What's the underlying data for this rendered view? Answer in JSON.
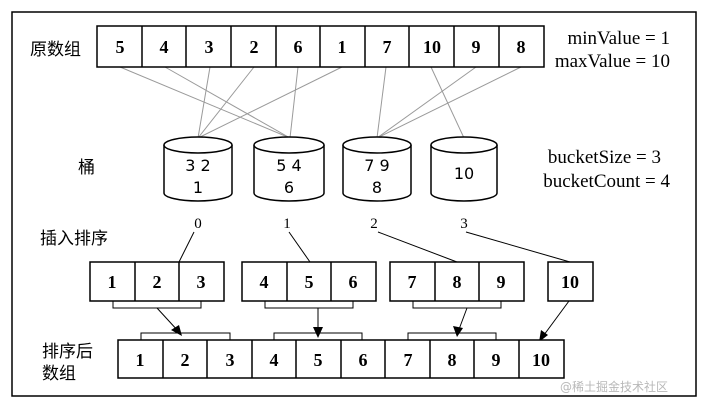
{
  "labels": {
    "original": "原数组",
    "buckets": "桶",
    "insertion_sort": "插入排序",
    "sorted_line1": "排序后",
    "sorted_line2": "数组"
  },
  "stats": {
    "min_value": "minValue = 1",
    "max_value": "maxValue = 10",
    "bucket_size": "bucketSize = 3",
    "bucket_count": "bucketCount = 4"
  },
  "original_array": [
    "5",
    "4",
    "3",
    "2",
    "6",
    "1",
    "7",
    "10",
    "9",
    "8"
  ],
  "buckets": [
    {
      "line1": "3  2",
      "line2": "1"
    },
    {
      "line1": "5  4",
      "line2": "6"
    },
    {
      "line1": "7  9",
      "line2": "8"
    },
    {
      "line1": "10",
      "line2": ""
    }
  ],
  "bucket_indices": [
    "0",
    "1",
    "2",
    "3"
  ],
  "sorted_groups": [
    [
      "1",
      "2",
      "3"
    ],
    [
      "4",
      "5",
      "6"
    ],
    [
      "7",
      "8",
      "9"
    ],
    [
      "10"
    ]
  ],
  "sorted_array": [
    "1",
    "2",
    "3",
    "4",
    "5",
    "6",
    "7",
    "8",
    "9",
    "10"
  ],
  "watermark": "@稀土掘金技术社区"
}
